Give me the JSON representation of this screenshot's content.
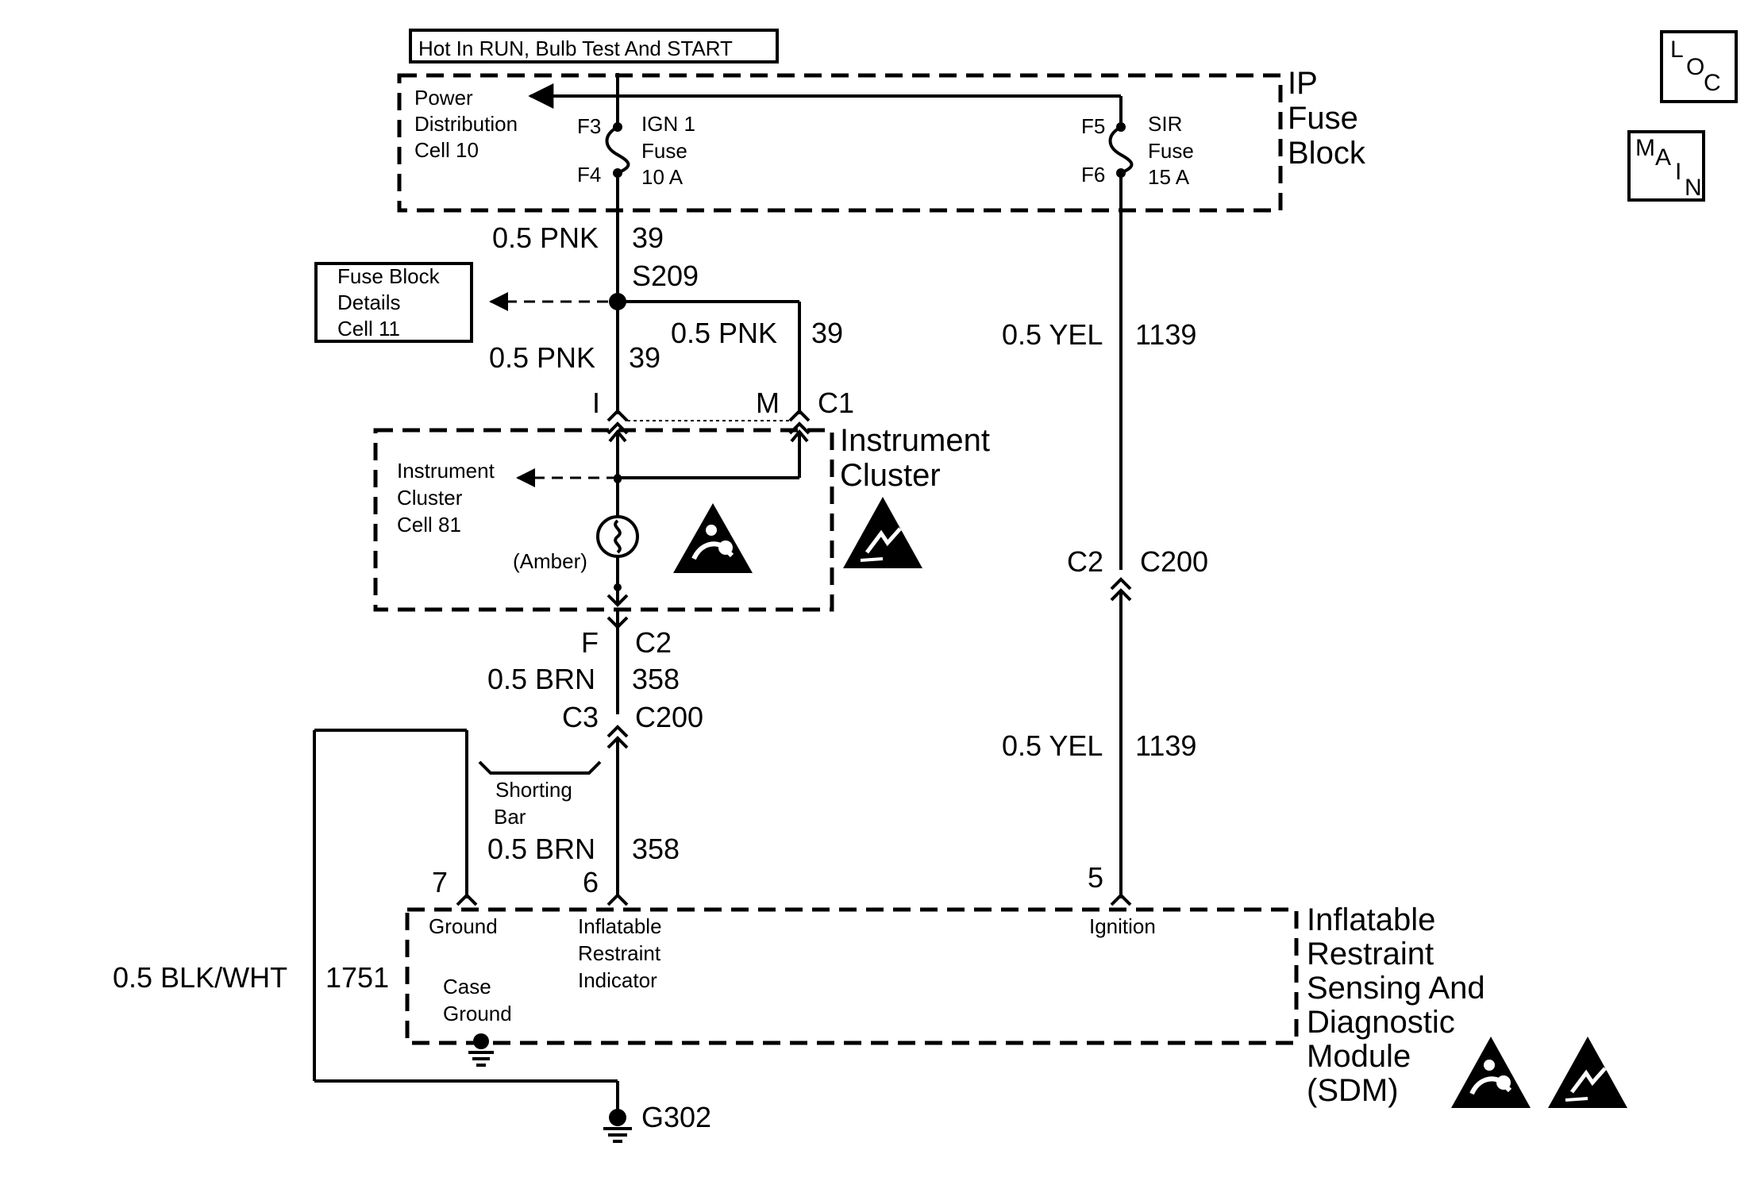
{
  "header": {
    "supply_label": "Hot In RUN, Bulb Test And START"
  },
  "nav": {
    "loc": {
      "l": "L",
      "o": "O",
      "c": "C"
    },
    "main": {
      "m": "M",
      "a": "A",
      "i": "I",
      "n": "N"
    }
  },
  "fuse_block": {
    "title": [
      "IP",
      "Fuse",
      "Block"
    ],
    "power_dist": [
      "Power",
      "Distribution",
      "Cell 10"
    ],
    "ign_fuse": {
      "in_pin": "F3",
      "out_pin": "F4",
      "label": [
        "IGN 1",
        "Fuse",
        "10 A"
      ]
    },
    "sir_fuse": {
      "in_pin": "F5",
      "out_pin": "F6",
      "label": [
        "SIR",
        "Fuse",
        "15 A"
      ]
    }
  },
  "fuse_details": [
    "Fuse Block",
    "Details",
    "Cell 11"
  ],
  "splice": "S209",
  "wires": {
    "pnk_size": "0.5 PNK",
    "pnk_circuit": "39",
    "yel_size": "0.5 YEL",
    "yel_circuit": "1139",
    "brn_size": "0.5 BRN",
    "brn_circuit": "358",
    "blk_size": "0.5 BLK/WHT",
    "blk_circuit": "1751"
  },
  "cluster": {
    "title": [
      "Instrument",
      "Cluster"
    ],
    "ref": [
      "Instrument",
      "Cluster",
      "Cell 81"
    ],
    "lamp": "(Amber)",
    "pin_i": "I",
    "pin_m": "M",
    "conn_c1": "C1",
    "pin_f": "F",
    "conn_c2": "C2"
  },
  "c200": {
    "pin_c2": "C2",
    "pin_c3": "C3",
    "name": "C200"
  },
  "shorting_bar": [
    "Shorting",
    "Bar"
  ],
  "sdm": {
    "title": [
      "Inflatable",
      "Restraint",
      "Sensing And",
      "Diagnostic",
      "Module",
      "(SDM)"
    ],
    "pin7": "7",
    "pin6": "6",
    "pin5": "5",
    "ground": "Ground",
    "indicator": [
      "Inflatable",
      "Restraint",
      "Indicator"
    ],
    "ignition": "Ignition",
    "case_ground": [
      "Case",
      "Ground"
    ]
  },
  "ground_point": "G302",
  "icons": [
    "airbag-warning-icon",
    "esd-sensitive-icon"
  ]
}
